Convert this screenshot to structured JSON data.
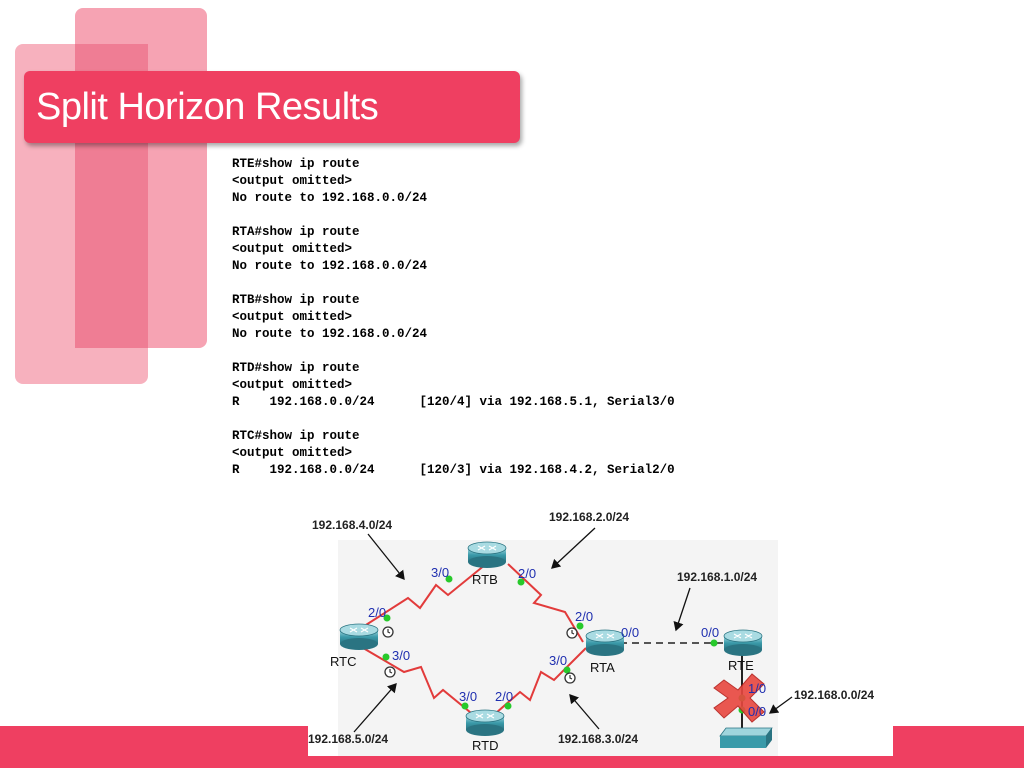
{
  "title": "Split Horizon Results",
  "cli": [
    {
      "lines": [
        "RTE#show ip route",
        "<output omitted>",
        "No route to 192.168.0.0/24"
      ]
    },
    {
      "lines": [
        "RTA#show ip route",
        "<output omitted>",
        "No route to 192.168.0.0/24"
      ]
    },
    {
      "lines": [
        "RTB#show ip route",
        "<output omitted>",
        "No route to 192.168.0.0/24"
      ]
    },
    {
      "lines": [
        "RTD#show ip route",
        "<output omitted>",
        "R    192.168.0.0/24      [120/4] via 192.168.5.1, Serial3/0"
      ]
    },
    {
      "lines": [
        "RTC#show ip route",
        "<output omitted>",
        "R    192.168.0.0/24      [120/3] via 192.168.4.2, Serial2/0"
      ]
    }
  ],
  "diagram": {
    "routers": {
      "rtb": "RTB",
      "rtc": "RTC",
      "rta": "RTA",
      "rtd": "RTD",
      "rte": "RTE"
    },
    "networks": {
      "net4": "192.168.4.0/24",
      "net2": "192.168.2.0/24",
      "net1": "192.168.1.0/24",
      "net0": "192.168.0.0/24",
      "net5": "192.168.5.0/24",
      "net3": "192.168.3.0/24"
    },
    "interfaces": {
      "rtb_left": "3/0",
      "rtb_right": "2/0",
      "rtc_top": "2/0",
      "rtc_bottom": "3/0",
      "rta_top": "2/0",
      "rta_left": "3/0",
      "rta_right": "0/0",
      "rte_left": "0/0",
      "rte_bottom_a": "1/0",
      "rte_bottom_b": "0/0",
      "rtd_left": "3/0",
      "rtd_right": "2/0"
    },
    "colors": {
      "serial_link": "#e23b3b",
      "link_dot": "#27c92b",
      "interface_text": "#1f2fb0",
      "router_body": "#3a9aa9",
      "blocked_x": "#e8473f"
    }
  }
}
